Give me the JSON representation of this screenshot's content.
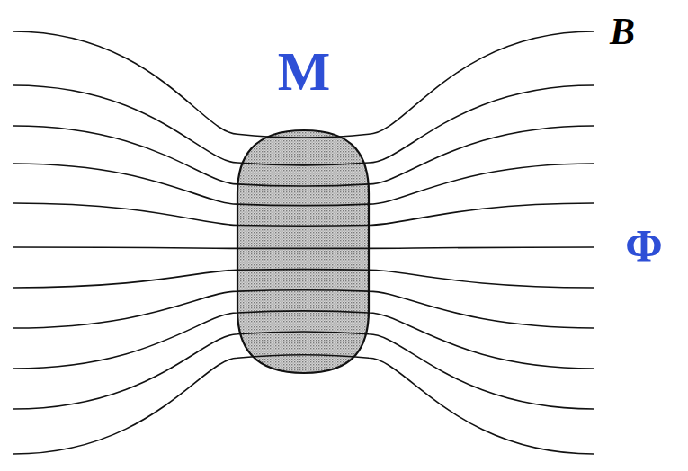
{
  "diagram": {
    "labels": [
      "M",
      "B",
      "Φ"
    ]
  }
}
